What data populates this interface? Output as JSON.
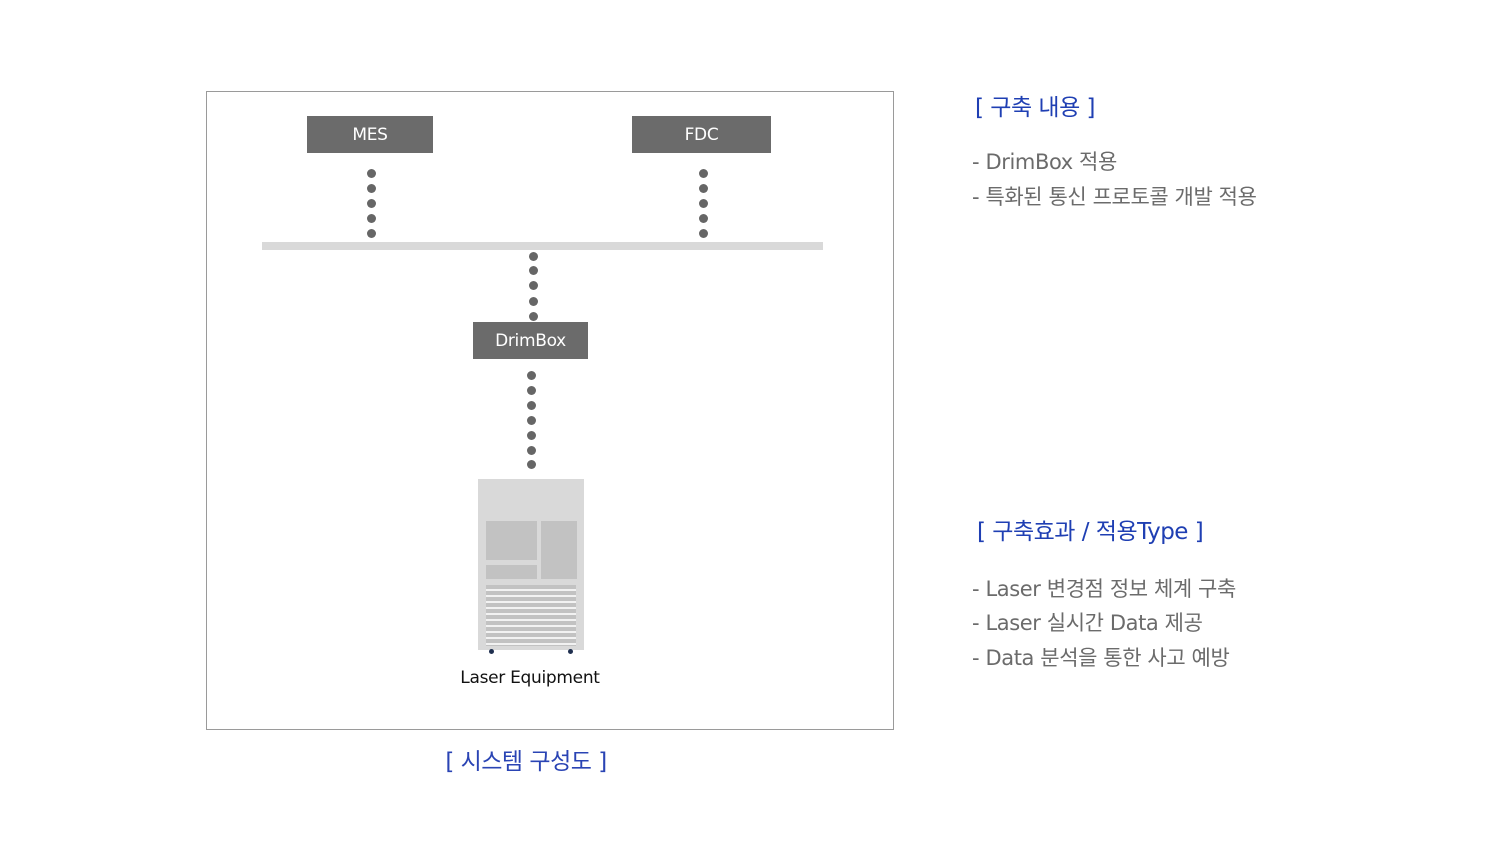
{
  "diagram": {
    "nodes": {
      "mes": "MES",
      "fdc": "FDC",
      "drimbox": "DrimBox"
    },
    "equipment_label": "Laser Equipment",
    "caption": "[ 시스템 구성도 ]"
  },
  "build_content": {
    "title": "[ 구축 내용 ]",
    "items": [
      "- DrimBox 적용",
      "- 특화된 통신 프로토콜 개발 적용"
    ]
  },
  "effects": {
    "title": "[ 구축효과 / 적용Type ]",
    "items": [
      "- Laser 변경점 정보 체계 구축",
      "- Laser 실시간 Data 제공",
      "- Data 분석을 통한 사고 예방"
    ]
  },
  "colors": {
    "accent_blue": "#1f3fb3",
    "node_gray": "#6b6b6b",
    "bus_gray": "#d9d9d9",
    "body_text": "#6b6b6b"
  }
}
